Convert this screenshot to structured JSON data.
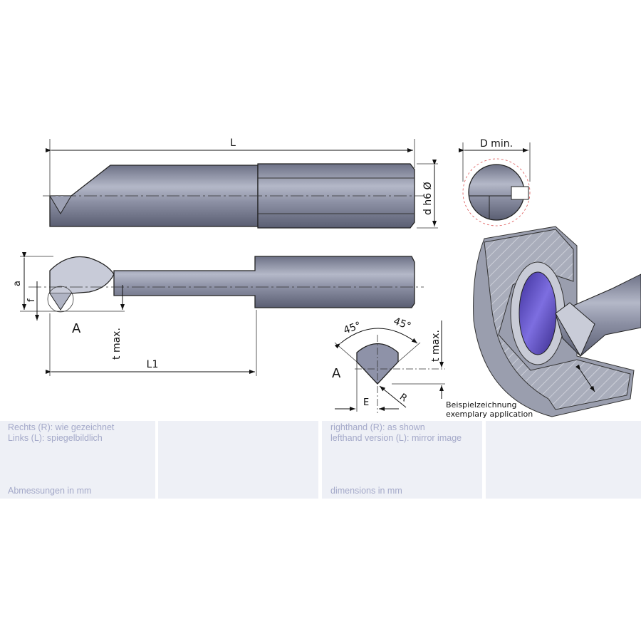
{
  "drawing": {
    "labels": {
      "L": "L",
      "d_h6": "d h6 Ø",
      "D_min": "D min.",
      "a": "a",
      "f": "f",
      "A": "A",
      "t_max": "t max.",
      "L1": "L1",
      "angle_left": "45°",
      "angle_right": "45°",
      "detail_A": "A",
      "E": "E",
      "R": "R",
      "t_max_detail": "t max."
    },
    "caption": [
      "Beispielzeichnung",
      "exemplary application"
    ],
    "colors": {
      "tool": "#8a8fa6",
      "insert": "#6a5cc0",
      "workpiece": "#a8abb8"
    }
  },
  "info": {
    "de": {
      "line1": "Rechts (R): wie gezeichnet",
      "line2": "Links (L): spiegelbildlich",
      "units": "Abmessungen in mm"
    },
    "en": {
      "line1": "righthand (R): as shown",
      "line2": "lefthand version (L): mirror image",
      "units": "dimensions in mm"
    }
  }
}
